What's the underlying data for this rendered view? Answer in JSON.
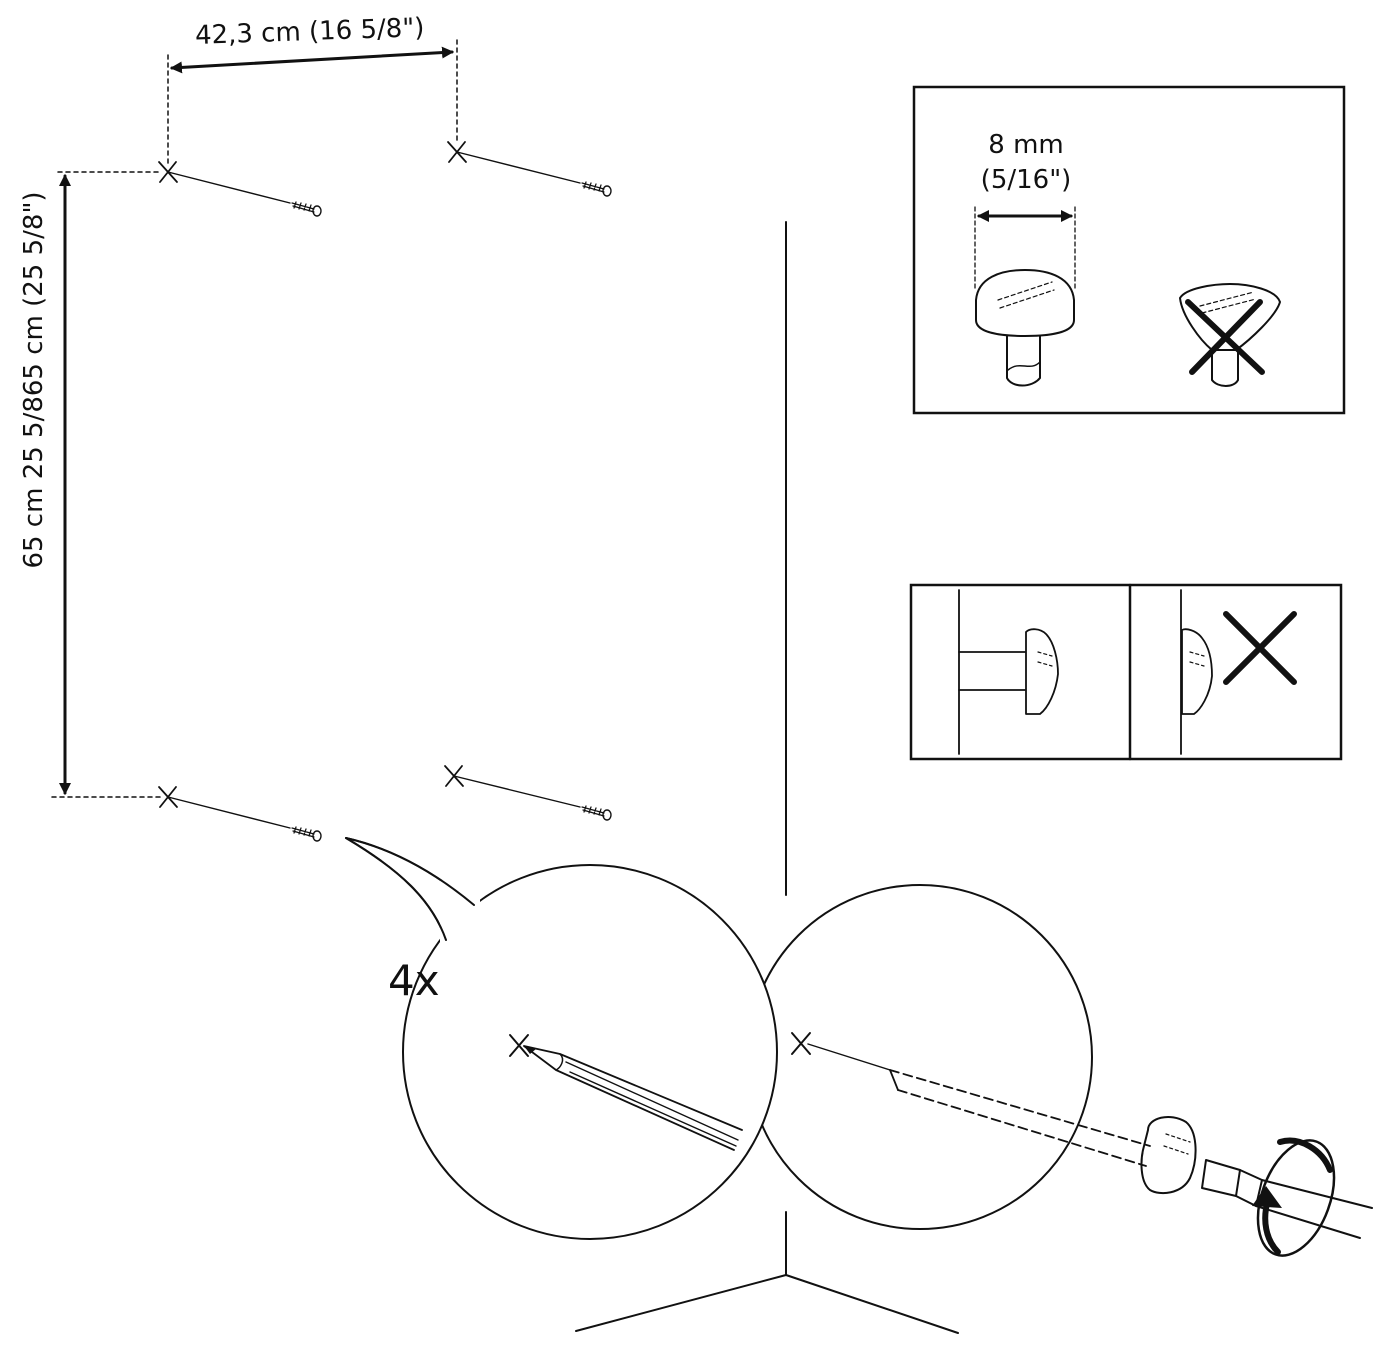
{
  "dimensions": {
    "horizontal_label": "42,3 cm (16 5/8\")",
    "vertical_label": "65 cm 25 5/865 cm (25 5/8\")"
  },
  "screw_head_box": {
    "size_mm": "8 mm",
    "size_inch": "(5/16\")"
  },
  "callout": {
    "quantity": "4x"
  },
  "colors": {
    "ink": "#111111",
    "background": "#ffffff"
  }
}
